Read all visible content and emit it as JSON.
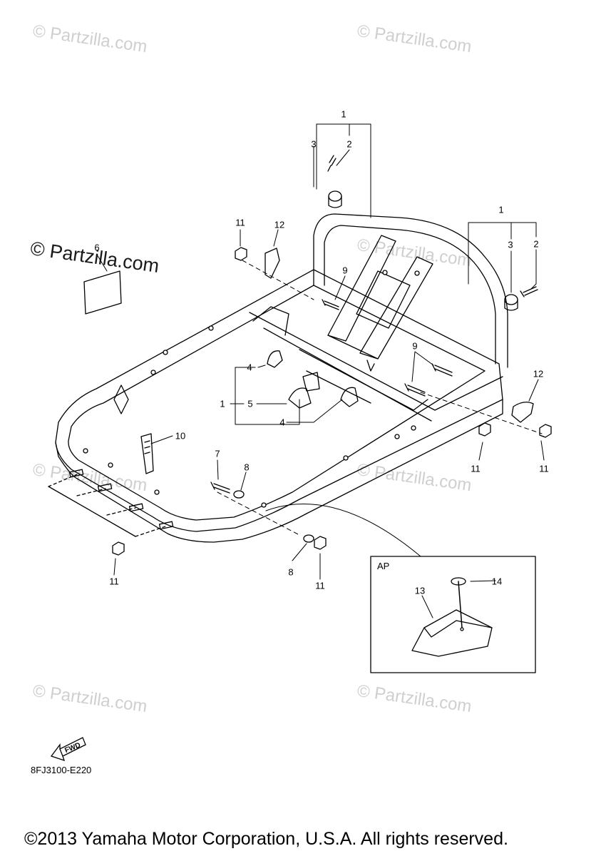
{
  "watermark": {
    "text": "© Partzilla.com"
  },
  "callouts": {
    "n1": "1",
    "n2": "2",
    "n3": "3",
    "n4": "4",
    "n5": "5",
    "n6": "6",
    "n7": "7",
    "n8": "8",
    "n9": "9",
    "n10": "10",
    "n11": "11",
    "n12": "12",
    "n13": "13",
    "n14": "14"
  },
  "detail_box": {
    "label": "AP"
  },
  "direction_icon": {
    "text": "FWD"
  },
  "diagram_code": "8FJ3100-E220",
  "footer": {
    "copyright": "©2013 Yamaha Motor Corporation, U.S.A. All rights reserved."
  }
}
